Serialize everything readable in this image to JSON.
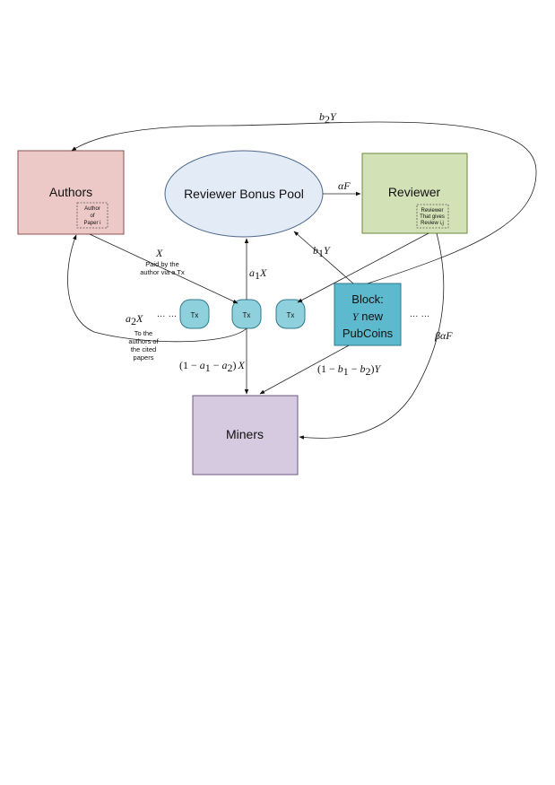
{
  "nodes": {
    "authors": {
      "title": "Authors",
      "inner_lines": [
        "Author",
        "of",
        "Paper i"
      ],
      "fill": "#ecc9c7",
      "stroke": "#8a4f4c"
    },
    "pool": {
      "title": "Reviewer Bonus Pool",
      "fill": "#e3ebf6",
      "stroke": "#4f6a8e"
    },
    "reviewer": {
      "title": "Reviewer",
      "inner_lines": [
        "Reviewer",
        "That gives",
        "Review i,j"
      ],
      "fill": "#d3e1b6",
      "stroke": "#6e8a3c"
    },
    "miners": {
      "title": "Miners",
      "fill": "#d5cadf",
      "stroke": "#6b5a7e"
    },
    "block": {
      "title_line1": "Block:",
      "title_line2_var": "Y",
      "title_line2_rest": " new",
      "title_line3": "PubCoins",
      "fill": "#5db9cd",
      "stroke": "#2f7a8b"
    },
    "transactions": {
      "label": "Tx",
      "dots_left": "… …",
      "dots_right": "… …",
      "fill": "#8fd0dd",
      "stroke": "#2f7a8b"
    }
  },
  "edge_labels": {
    "b2Y": {
      "v1": "b",
      "sub": "2",
      "v2": "Y"
    },
    "alphaF": {
      "v1": "αF"
    },
    "X": {
      "v1": "X"
    },
    "paid_note": [
      "Paid by the",
      "author via a Tx"
    ],
    "b1Y": {
      "v1": "b",
      "sub": "1",
      "v2": "Y"
    },
    "a1X": {
      "v1": "a",
      "sub": "1",
      "v2": "X"
    },
    "a2X": {
      "v1": "a",
      "sub": "2",
      "v2": "X"
    },
    "cited_note": [
      "To the",
      "authors of",
      "the cited",
      "papers"
    ],
    "betaAlphaF": {
      "v1": "βαF"
    },
    "miner_share_a": {
      "open": "(1 − ",
      "a1": "a",
      "s1": "1",
      "mid": " − ",
      "a2": "a",
      "s2": "2",
      "close": ")",
      "var": "X"
    },
    "miner_share_b": {
      "open": "(1 − ",
      "a1": "b",
      "s1": "1",
      "mid": " − ",
      "a2": "b",
      "s2": "2",
      "close": ")",
      "var": "Y"
    }
  }
}
